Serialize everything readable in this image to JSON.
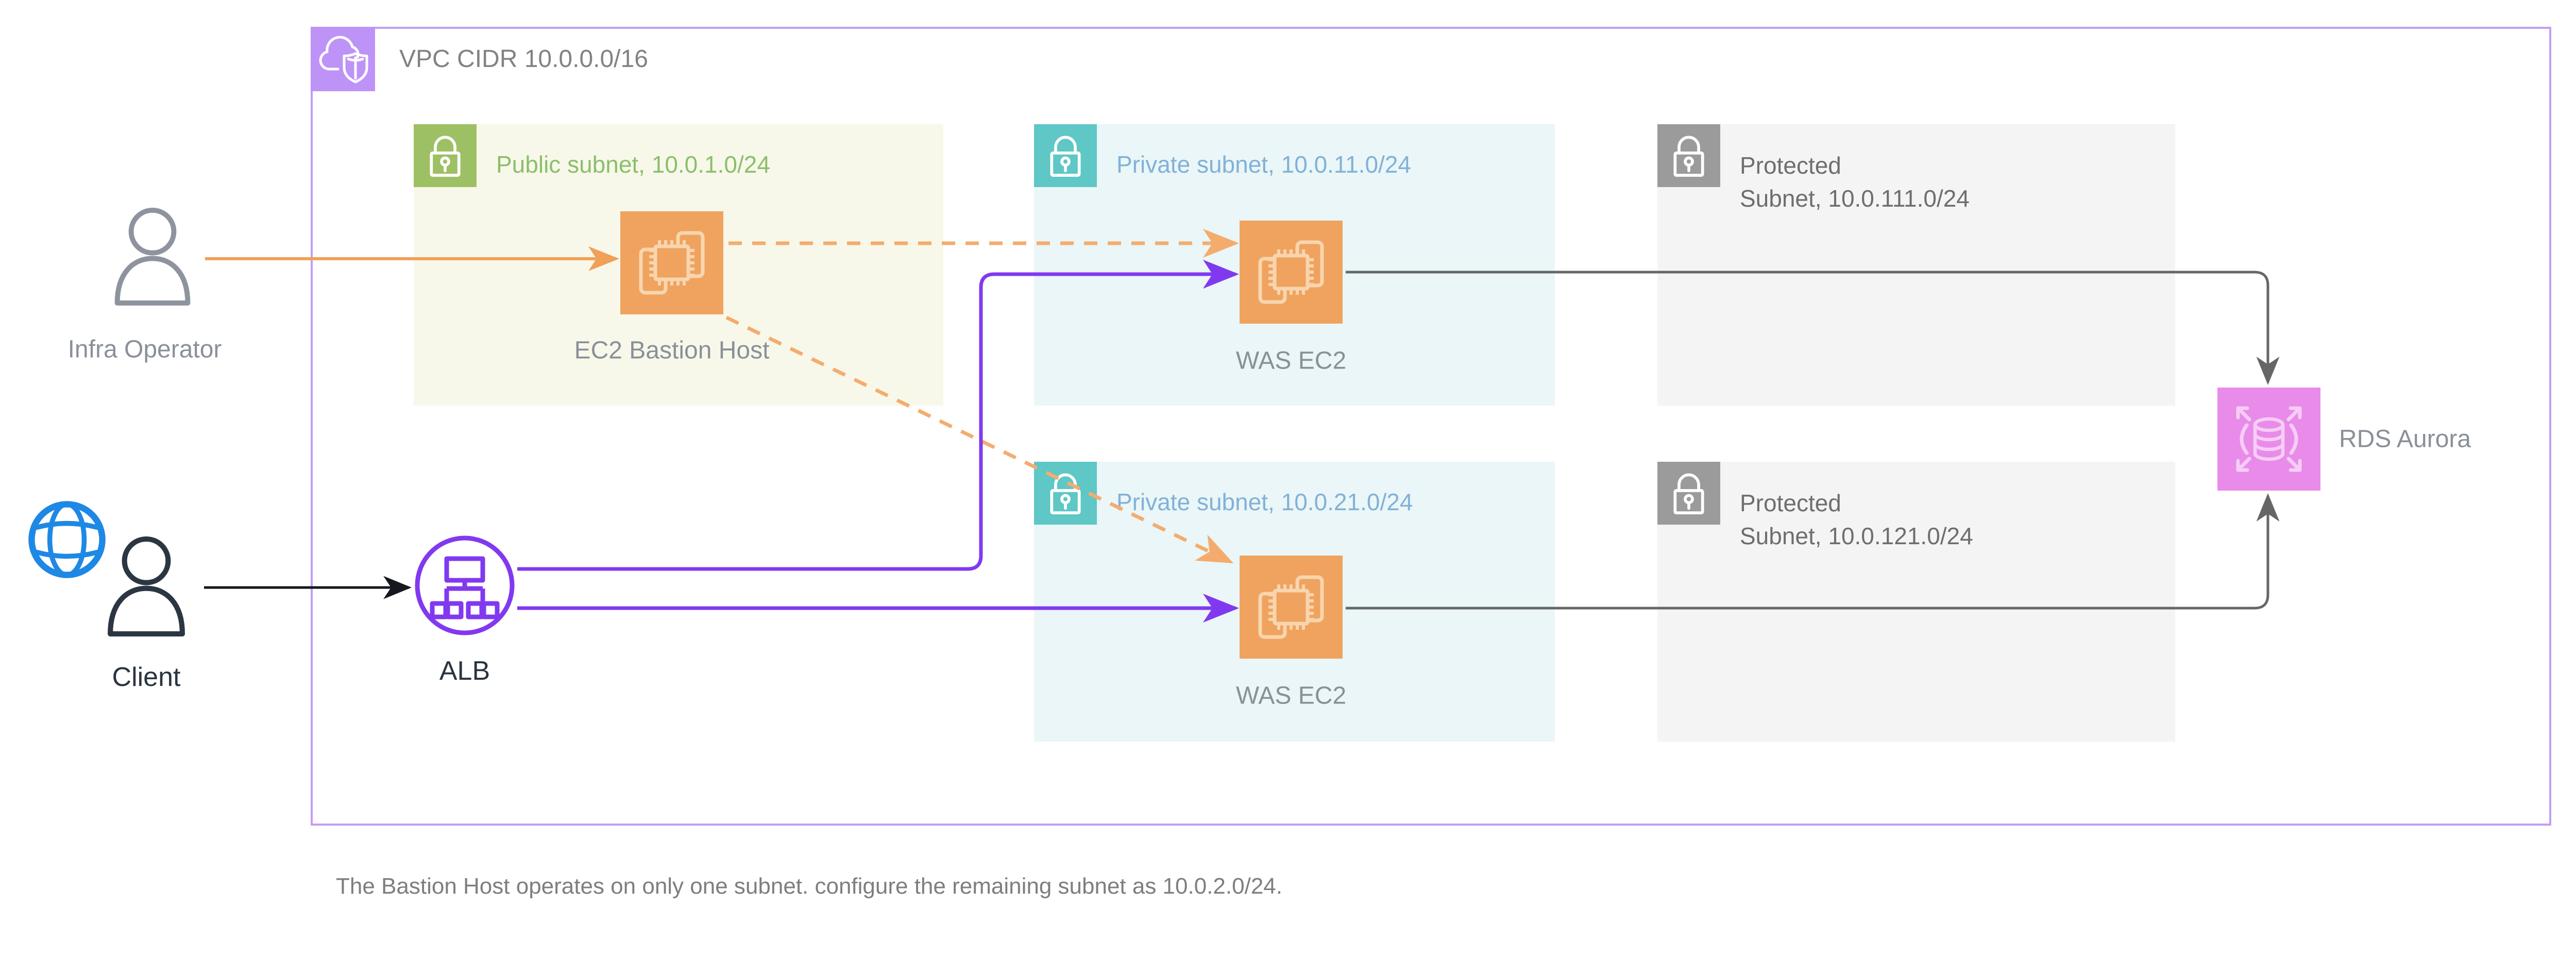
{
  "vpc": {
    "label": "VPC CIDR 10.0.0.0/16"
  },
  "subnets": {
    "public": {
      "label": "Public subnet, 10.0.1.0/24"
    },
    "private_top": {
      "label": "Private subnet, 10.0.11.0/24"
    },
    "private_bottom": {
      "label": "Private subnet, 10.0.21.0/24"
    },
    "protected_top": {
      "line1": "Protected",
      "line2": "Subnet, 10.0.111.0/24"
    },
    "protected_bottom": {
      "line1": "Protected",
      "line2": "Subnet, 10.0.121.0/24"
    }
  },
  "nodes": {
    "infra_operator": {
      "label": "Infra Operator"
    },
    "client": {
      "label": "Client"
    },
    "alb": {
      "label": "ALB"
    },
    "bastion": {
      "label": "EC2 Bastion Host"
    },
    "was_ec2_top": {
      "label": "WAS EC2"
    },
    "was_ec2_bottom": {
      "label": "WAS EC2"
    },
    "rds": {
      "label": "RDS Aurora"
    }
  },
  "note": {
    "text": "The Bastion Host operates on only one subnet. configure the remaining subnet as 10.0.2.0/24."
  },
  "icons": {
    "vpc": "cloud-shield-icon",
    "subnet": "lock-icon",
    "compute": "ec2-chip-icon",
    "load_balancer": "alb-network-icon",
    "database": "rds-aurora-icon",
    "user": "person-icon",
    "internet": "globe-icon"
  },
  "colors": {
    "vpc_border": "#C39DF6",
    "vpc_icon": "#BE93F7",
    "public_bg": "#F7F8EA",
    "public_accent": "#9EC064",
    "public_text": "#8CBE6B",
    "private_bg": "#EAF6F7",
    "private_accent": "#5FC7C5",
    "private_text": "#82B1D8",
    "protected_bg": "#F4F4F4",
    "protected_accent": "#9B9B9B",
    "protected_text": "#6E6E6E",
    "ec2_orange": "#EFA35F",
    "rds_pink": "#E98BE9",
    "purple_arrow": "#8139F0",
    "orange_arrow": "#F0A057",
    "orange_dash": "#F4AC6E",
    "gray_arrow": "#666666",
    "black_arrow": "#15181C"
  }
}
